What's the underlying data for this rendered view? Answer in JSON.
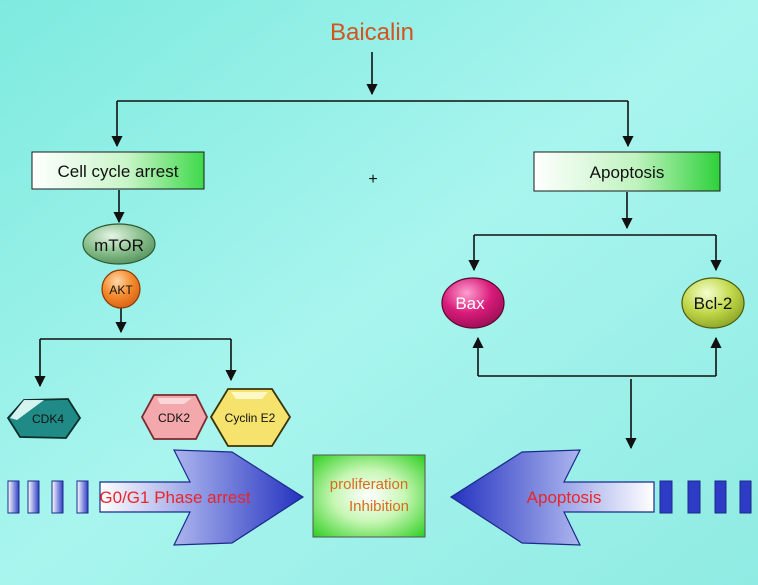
{
  "title": "Baicalin",
  "left_branch": {
    "label": "Cell cycle arrest",
    "mtor": "mTOR",
    "akt": "AKT",
    "cdk4": "CDK4",
    "cdk2": "CDK2",
    "cyclin": "Cyclin E2"
  },
  "right_branch": {
    "label": "Apoptosis",
    "bax": "Bax",
    "bcl2": "Bcl-2"
  },
  "plus_sign": "+",
  "bottom": {
    "left_arrow_label": "G0/G1 Phase arrest",
    "center_line1": "proliferation",
    "center_line2": "Inhibition",
    "right_arrow_label": "Apoptosis"
  },
  "colors": {
    "background": "#8ff0e6",
    "title": "#d4531f",
    "red_text": "#e8262a",
    "center_text": "#d96b1e",
    "box_gradient_end": "#3fd94a",
    "mtor": "#6fa877",
    "akt": "#f07a22",
    "cdk4": "#1f8a86",
    "cdk2": "#f0a0a6",
    "cyclin": "#f3e36a",
    "bax": "#d81b7a",
    "bcl2": "#b8d43a",
    "big_arrow": "#3440c8"
  }
}
